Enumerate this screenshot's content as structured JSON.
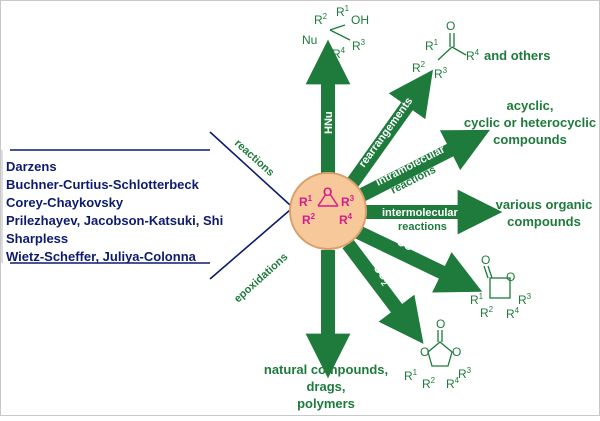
{
  "methods": [
    "Darzens",
    "Buchner-Curtius-Schlotterbeck",
    "Corey-Chaykovsky",
    "Prilezhayev, Jacobson-Katsuki, Shi",
    "Sharpless",
    "Wietz-Scheffer, Juliya-Colonna"
  ],
  "bracket_labels": {
    "upper": "reactions",
    "lower": "epoxidations"
  },
  "arrows": {
    "up": "HNu",
    "rearr": "rearrangements",
    "intra_1": "intramolecular",
    "intra_2": "reactions",
    "inter_1": "intermolecular",
    "inter_2": "reactions",
    "co": "CO",
    "co2": "CO",
    "co2_sub": "2"
  },
  "outcomes": {
    "others": "and others",
    "acyclic_1": "acyclic,",
    "acyclic_2": "cyclic or heterocyclic",
    "acyclic_3": "compounds",
    "various_1": "various organic",
    "various_2": "compounds",
    "natural_1": "natural compounds,",
    "natural_2": "drags,",
    "natural_3": "polymers"
  },
  "chem": {
    "r": "R",
    "n1": "1",
    "n2": "2",
    "n3": "3",
    "n4": "4",
    "nu": "Nu",
    "oh": "OH",
    "o": "O"
  },
  "colors": {
    "navy": "#0d1b6e",
    "green": "#1e7b3c",
    "magenta": "#d81b8c",
    "circle_fill": "#f6c89a",
    "circle_stroke": "#d9a06a"
  }
}
